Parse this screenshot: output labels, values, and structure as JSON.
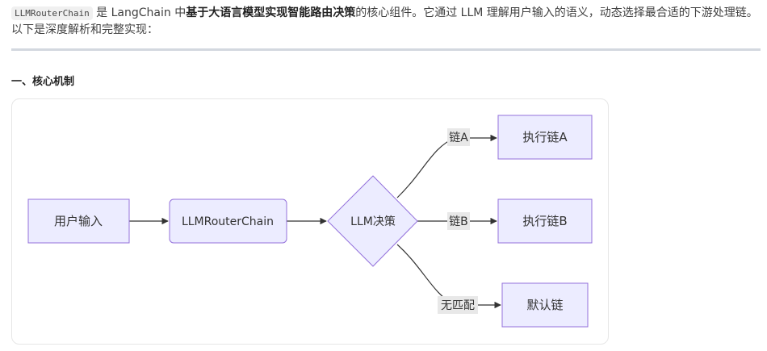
{
  "intro": {
    "code_term": "LLMRouterChain",
    "text_before_bold": " 是 LangChain 中",
    "bold_text": "基于大语言模型实现智能路由决策",
    "text_after_bold": "的核心组件。它通过 LLM 理解用户输入的语义，动态选择最合适的下游处理链。",
    "line2": "以下是深度解析和完整实现："
  },
  "section": {
    "heading": "一、核心机制"
  },
  "diagram": {
    "nodes": {
      "user_input": "用户输入",
      "router_chain": "LLMRouterChain",
      "llm_decision": "LLM决策",
      "chain_a": "执行链A",
      "chain_b": "执行链B",
      "default_chain": "默认链"
    },
    "edge_labels": {
      "to_a": "链A",
      "to_b": "链B",
      "to_default": "无匹配"
    },
    "colors": {
      "node_fill": "#ECECFF",
      "node_stroke": "#9370DB",
      "edge": "#333333",
      "label_bg": "#e8e8e8"
    }
  }
}
